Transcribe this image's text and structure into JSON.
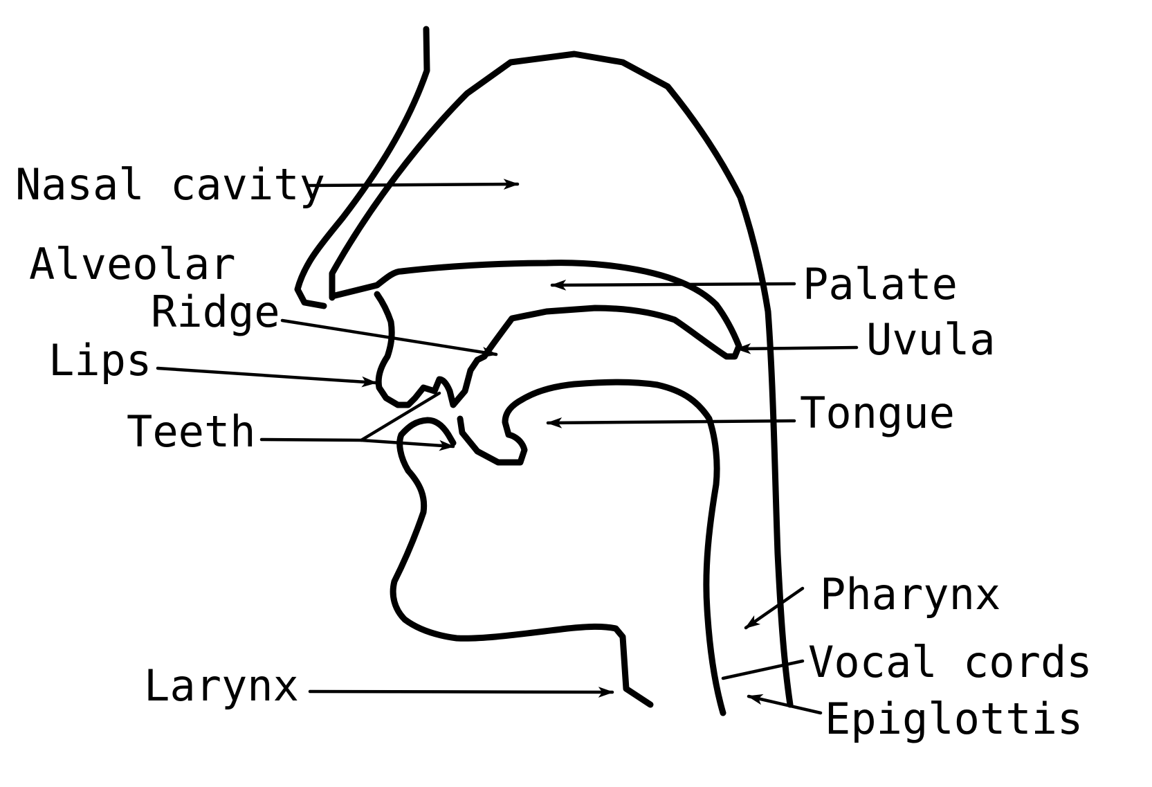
{
  "labels": {
    "nasal_cavity": "Nasal cavity",
    "alveolar": "Alveolar",
    "ridge": "Ridge",
    "lips": "Lips",
    "teeth": "Teeth",
    "larynx": "Larynx",
    "palate": "Palate",
    "uvula": "Uvula",
    "tongue": "Tongue",
    "pharynx": "Pharynx",
    "vocal_cords": "Vocal cords",
    "epiglottis": "Epiglottis"
  },
  "colors": {
    "ink": "#000000",
    "background": "#ffffff"
  }
}
